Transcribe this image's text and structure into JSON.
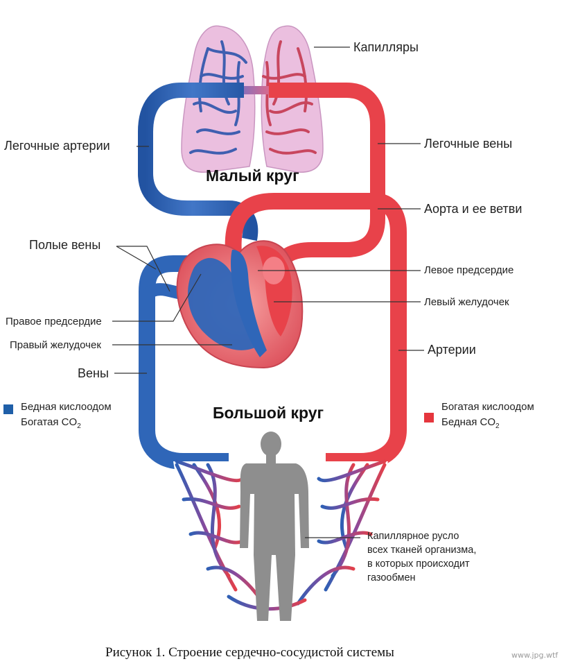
{
  "labels": {
    "capillaries": "Капилляры",
    "pulmonary_arteries": "Легочные артерии",
    "pulmonary_veins": "Легочные вены",
    "small_circle": "Малый круг",
    "aorta": "Аорта и ее ветви",
    "vena_cava": "Полые вены",
    "left_atrium": "Левое предсердие",
    "left_ventricle": "Левый желудочек",
    "right_atrium": "Правое предсердие",
    "right_ventricle": "Правый желудочек",
    "arteries": "Артерии",
    "veins": "Вены",
    "big_circle": "Большой круг",
    "capillary_bed": [
      "Капиллярное русло",
      "всех тканей организма,",
      "в которых происходит",
      "газообмен"
    ]
  },
  "legend": {
    "poor": {
      "color": "#1f5fa8",
      "line1": "Бедная кислоодом",
      "line2_prefix": "Богатая CO",
      "line2_sub": "2"
    },
    "rich": {
      "color": "#e5363d",
      "line1": "Богатая кислоодом",
      "line2_prefix": "Бедная CO",
      "line2_sub": "2"
    }
  },
  "caption": "Рисунок 1. Строение сердечно-сосудистой системы",
  "watermark": "www.jpg.wtf",
  "colors": {
    "venous_blue": "#2f66b8",
    "arterial_red": "#e8424a",
    "lung_pink": "#e9b6d8",
    "silhouette": "#8e8e8e"
  }
}
